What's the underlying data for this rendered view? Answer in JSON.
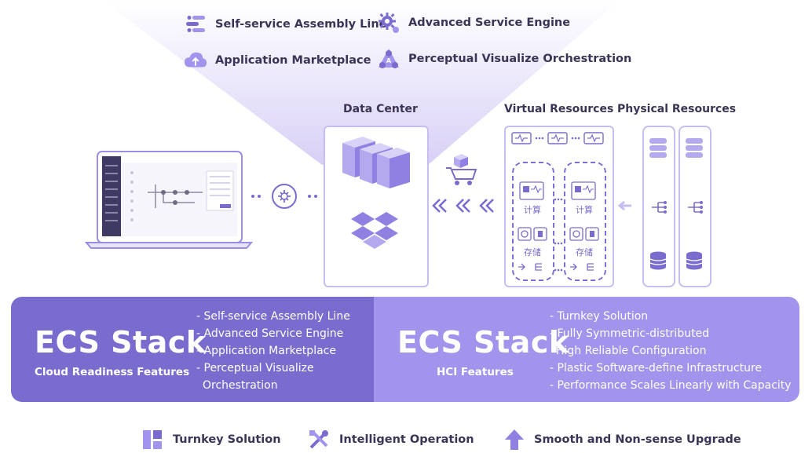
{
  "top_features": [
    {
      "label": "Self-service Assembly Line",
      "icon": "assembly-line-icon"
    },
    {
      "label": "Advanced Service Engine",
      "icon": "gear-icon"
    },
    {
      "label": "Application Marketplace",
      "icon": "cloud-upload-icon"
    },
    {
      "label": "Perceptual Visualize Orchestration",
      "icon": "orchestration-icon"
    }
  ],
  "data_center": {
    "title": "Data Center"
  },
  "virtual_resources": {
    "title": "Virtual Resources",
    "compute_label": "计算",
    "storage_label": "存储"
  },
  "physical_resources": {
    "title": "Physical Resources"
  },
  "left_band": {
    "title": "ECS Stack",
    "subtitle": "Cloud Readiness Features",
    "items": [
      "- Self-service Assembly Line",
      "- Advanced Service Engine",
      "- Application Marketplace",
      "- Perceptual Visualize",
      "  Orchestration"
    ]
  },
  "right_band": {
    "title": "ECS Stack",
    "subtitle": "HCI Features",
    "items": [
      "- Turnkey Solution",
      "- Fully Symmetric-distributed",
      "  High Reliable Configuration",
      "- Plastic Software-define Infrastructure",
      "- Performance Scales Linearly with Capacity"
    ]
  },
  "bottom_features": [
    {
      "label": "Turnkey Solution",
      "icon": "turnkey-icon"
    },
    {
      "label": "Intelligent Operation",
      "icon": "tools-icon"
    },
    {
      "label": "Smooth and Non-sense Upgrade",
      "icon": "upgrade-arrow-icon"
    }
  ],
  "colors": {
    "primary": "#7a6ccf",
    "light": "#a294ec",
    "beam": "#ece8fb"
  }
}
